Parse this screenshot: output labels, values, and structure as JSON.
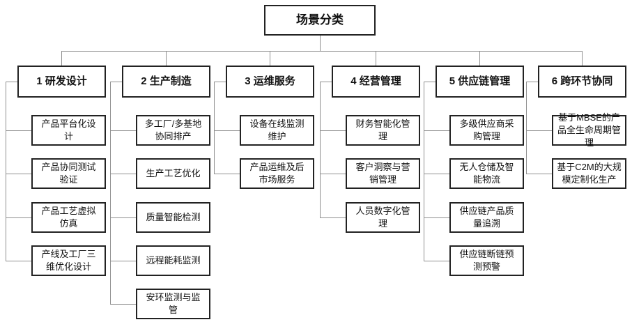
{
  "root": {
    "label": "场景分类"
  },
  "branches": [
    {
      "label": "1 研发设计",
      "children": [
        "产品平台化设计",
        "产品协同测试验证",
        "产品工艺虚拟仿真",
        "产线及工厂三维优化设计"
      ]
    },
    {
      "label": "2 生产制造",
      "children": [
        "多工厂/多基地协同排产",
        "生产工艺优化",
        "质量智能检测",
        "远程能耗监测",
        "安环监测与监管"
      ]
    },
    {
      "label": "3 运维服务",
      "children": [
        "设备在线监测维护",
        "产品运维及后市场服务"
      ]
    },
    {
      "label": "4 经营管理",
      "children": [
        "财务智能化管理",
        "客户洞察与营销管理",
        "人员数字化管理"
      ]
    },
    {
      "label": "5 供应链管理",
      "children": [
        "多级供应商采购管理",
        "无人仓储及智能物流",
        "供应链产品质量追溯",
        "供应链断链预测预警"
      ]
    },
    {
      "label": "6 跨环节协同",
      "children": [
        "基于MBSE的产品全生命周期管理",
        "基于C2M的大规模定制化生产"
      ]
    }
  ],
  "colors": {
    "box_border": "#222222",
    "connector": "#8f8f8f",
    "text": "#111111",
    "background": "#ffffff"
  }
}
